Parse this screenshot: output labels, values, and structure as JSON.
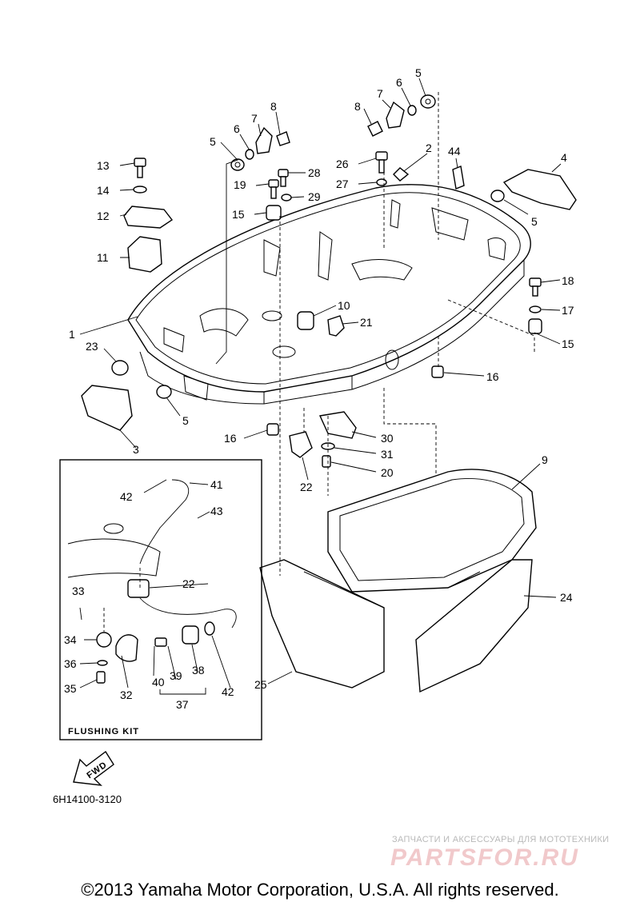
{
  "callouts": [
    {
      "id": "c5a",
      "text": "5"
    },
    {
      "id": "c6a",
      "text": "6"
    },
    {
      "id": "c7a",
      "text": "7"
    },
    {
      "id": "c8a",
      "text": "8"
    },
    {
      "id": "c8b",
      "text": "8"
    },
    {
      "id": "c7b",
      "text": "7"
    },
    {
      "id": "c6b",
      "text": "6"
    },
    {
      "id": "c5b",
      "text": "5"
    },
    {
      "id": "c13",
      "text": "13"
    },
    {
      "id": "c14",
      "text": "14"
    },
    {
      "id": "c12",
      "text": "12"
    },
    {
      "id": "c11",
      "text": "11"
    },
    {
      "id": "c19",
      "text": "19"
    },
    {
      "id": "c28",
      "text": "28"
    },
    {
      "id": "c29",
      "text": "29"
    },
    {
      "id": "c15a",
      "text": "15"
    },
    {
      "id": "c26",
      "text": "26"
    },
    {
      "id": "c27",
      "text": "27"
    },
    {
      "id": "c2",
      "text": "2"
    },
    {
      "id": "c44",
      "text": "44"
    },
    {
      "id": "c4",
      "text": "4"
    },
    {
      "id": "c5c",
      "text": "5"
    },
    {
      "id": "c18",
      "text": "18"
    },
    {
      "id": "c17",
      "text": "17"
    },
    {
      "id": "c15b",
      "text": "15"
    },
    {
      "id": "c1",
      "text": "1"
    },
    {
      "id": "c10",
      "text": "10"
    },
    {
      "id": "c21",
      "text": "21"
    },
    {
      "id": "c23",
      "text": "23"
    },
    {
      "id": "c16a",
      "text": "16"
    },
    {
      "id": "c5d",
      "text": "5"
    },
    {
      "id": "c3",
      "text": "3"
    },
    {
      "id": "c16b",
      "text": "16"
    },
    {
      "id": "c30",
      "text": "30"
    },
    {
      "id": "c31",
      "text": "31"
    },
    {
      "id": "c20",
      "text": "20"
    },
    {
      "id": "c22a",
      "text": "22"
    },
    {
      "id": "c9",
      "text": "9"
    },
    {
      "id": "c24",
      "text": "24"
    },
    {
      "id": "c25",
      "text": "25"
    },
    {
      "id": "c42a",
      "text": "42"
    },
    {
      "id": "c41",
      "text": "41"
    },
    {
      "id": "c43",
      "text": "43"
    },
    {
      "id": "c22b",
      "text": "22"
    },
    {
      "id": "c33",
      "text": "33"
    },
    {
      "id": "c34",
      "text": "34"
    },
    {
      "id": "c36",
      "text": "36"
    },
    {
      "id": "c35",
      "text": "35"
    },
    {
      "id": "c32",
      "text": "32"
    },
    {
      "id": "c40",
      "text": "40"
    },
    {
      "id": "c39",
      "text": "39"
    },
    {
      "id": "c38",
      "text": "38"
    },
    {
      "id": "c37",
      "text": "37"
    },
    {
      "id": "c42b",
      "text": "42"
    }
  ],
  "flushing_kit_label": "FLUSHING KIT",
  "fwd_label": "FWD",
  "diagram_code": "6H14100-3120",
  "watermark_tagline": "ЗАПЧАСТИ И АКСЕССУАРЫ ДЛЯ МОТОТЕХНИКИ",
  "watermark_logo": "PARTSFOR.RU",
  "copyright": "©2013 Yamaha Motor Corporation, U.S.A. All rights reserved."
}
